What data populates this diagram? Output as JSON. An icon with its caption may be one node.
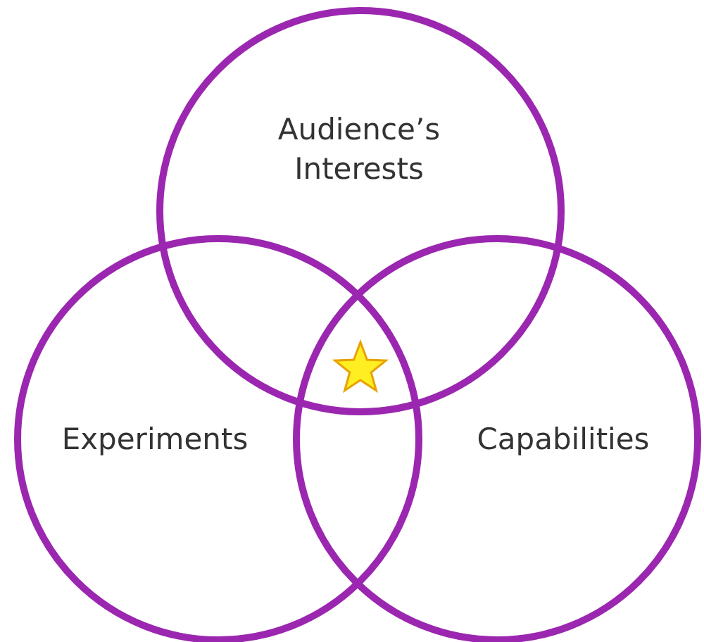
{
  "diagram": {
    "nodes": [
      {
        "text": [
          "Audience’s Interests"
        ]
      },
      {
        "text": [
          "Experiments"
        ]
      },
      {
        "text": [
          "Capabilities"
        ]
      }
    ]
  }
}
